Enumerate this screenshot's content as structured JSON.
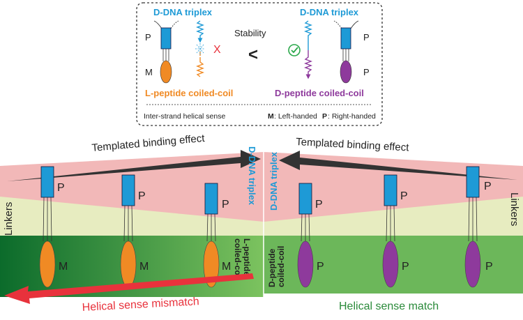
{
  "legend": {
    "left_title": "D-DNA triplex",
    "right_title": "D-DNA triplex",
    "stability": "Stability",
    "less_than": "<",
    "left_bottom": "L-peptide coiled-coil",
    "right_bottom": "D-peptide coiled-coil",
    "label_P": "P",
    "label_M": "M",
    "cross": "X",
    "sense_caption": "Inter-strand helical sense",
    "m_key": "M",
    "m_desc": ": Left-handed",
    "p_key": "P",
    "p_desc": ": Right-handed"
  },
  "main": {
    "templated_left": "Templated binding effect",
    "templated_right": "Templated binding effect",
    "center_dna_left": "D-DNA triplex",
    "center_dna_right": "D-DNA triplex",
    "center_lpeptide_1": "L-peptide",
    "center_lpeptide_2": "coiled-coil",
    "center_dpeptide_1": "D-peptide",
    "center_dpeptide_2": "coiled-coil",
    "linkers_left": "Linkers",
    "linkers_right": "Linkers",
    "label_P": "P",
    "label_M": "M",
    "mismatch": "Helical sense mismatch",
    "match": "Helical sense match"
  },
  "colors": {
    "dna_blue": "#1e9ad6",
    "orange": "#f08a24",
    "purple": "#8e3a9c",
    "pink_band": "#f2b8b8",
    "linker_band": "#e7ecc0",
    "green_light": "#6cb75a",
    "green_dark": "#0b6b2b",
    "red_arrow": "#e8323c",
    "check_green": "#2aa84a"
  }
}
